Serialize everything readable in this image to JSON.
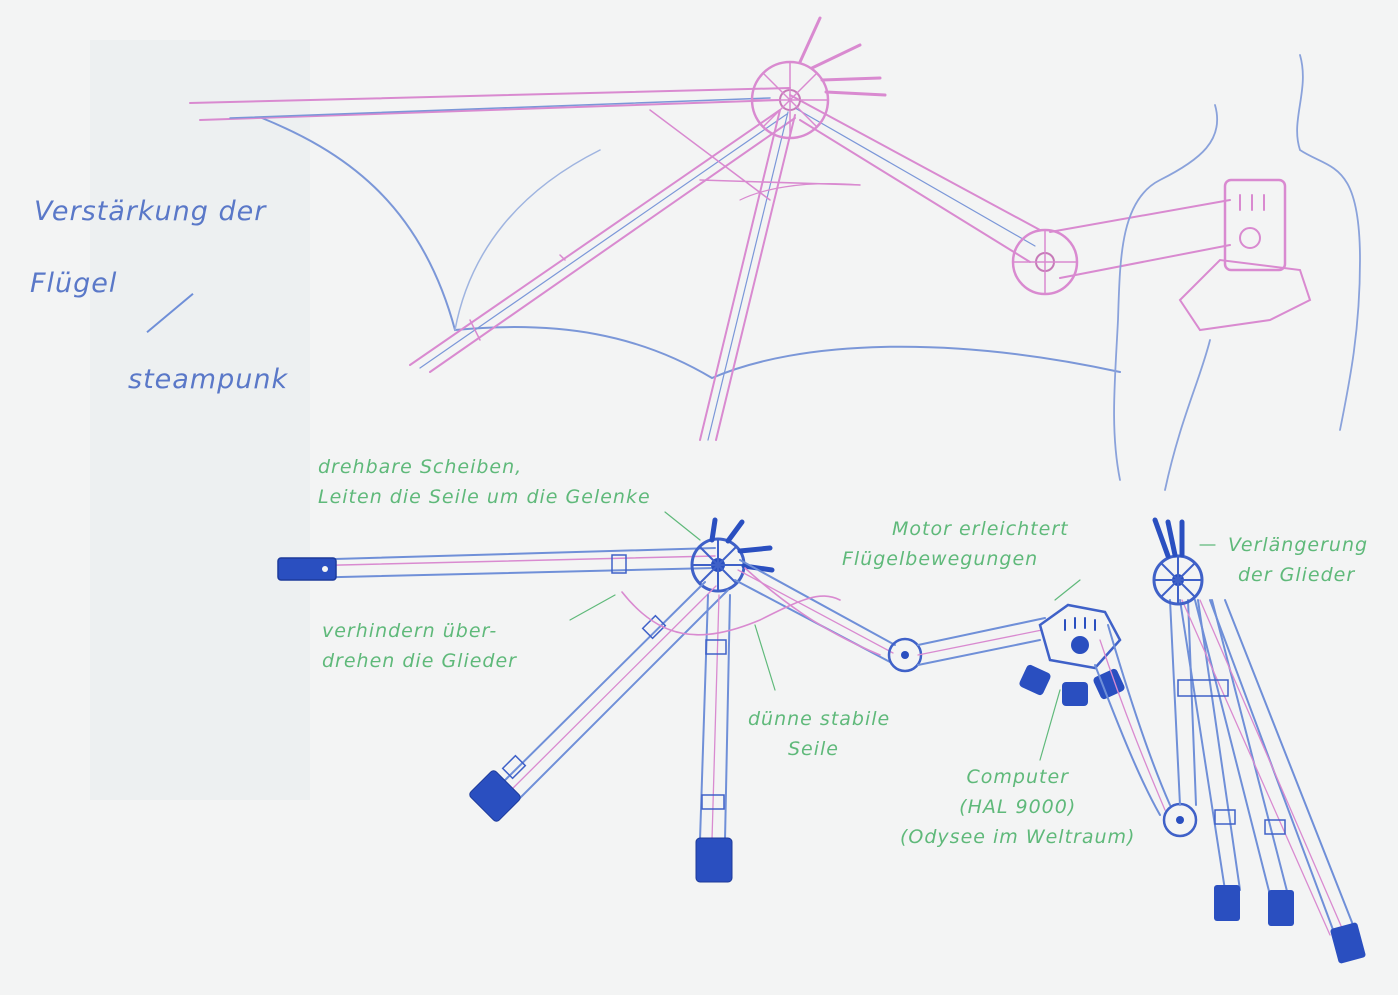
{
  "sketch": {
    "title_lines": [
      "Verstärkung der",
      "Flügel"
    ],
    "subtitle": "steampunk",
    "annotations": {
      "discs": [
        "drehbare Scheiben,",
        "Leiten die Seile um die Gelenke"
      ],
      "prevent": [
        "verhindern über-",
        "drehen die Glieder"
      ],
      "cables": [
        "dünne stabile",
        "Seile"
      ],
      "motor": [
        "Motor erleichtert",
        "Flügelbewegungen"
      ],
      "computer": [
        "Computer",
        "(HAL 9000)",
        "(Odysee im Weltraum)"
      ],
      "extension": [
        "Verlängerung",
        "der Glieder"
      ]
    },
    "colors": {
      "paper": "#f3f4f4",
      "pencil_blue": "#6f8fd8",
      "pencil_pink": "#d98ad0",
      "ink_green": "#5fb97a",
      "cap_blue": "#2a4fc0"
    }
  }
}
